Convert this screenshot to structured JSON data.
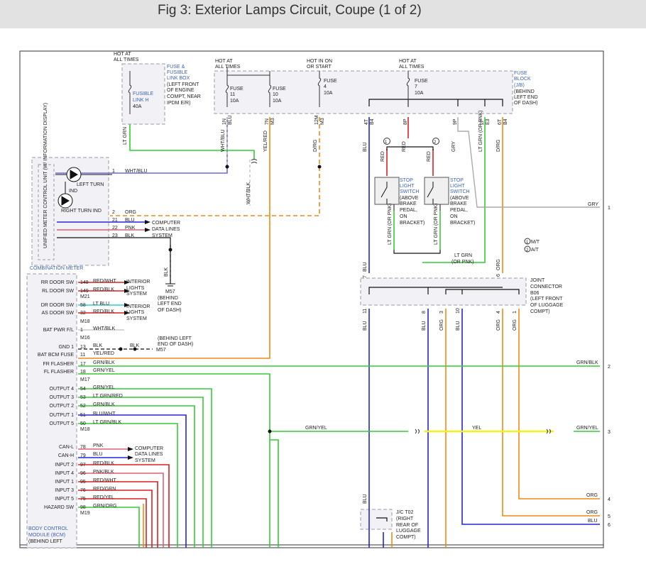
{
  "header": {
    "title": "Fig 3: Exterior Lamps Circuit, Coupe (1 of 2)"
  },
  "colors": {
    "ltgrn": "#33cc33",
    "blu": "#2424d8",
    "red": "#dd2020",
    "org": "#ee8a10",
    "yel": "#f2f21a",
    "gry": "#aaaaaa",
    "wht": "#c8c8c8",
    "blk": "#111111",
    "label_blue": "#3b63b0"
  },
  "labels": {
    "hot1": [
      "HOT AT",
      "ALL TIMES"
    ],
    "hot2": [
      "HOT AT",
      "ALL TIMES"
    ],
    "hot3": [
      "HOT IN ON",
      "OR START"
    ],
    "hot4": [
      "HOT AT",
      "ALL TIMES"
    ],
    "fusebox": [
      "FUSE &",
      "FUSIBLE",
      "LINK BOX",
      "(LEFT FRONT",
      "OF ENGINE",
      "COMPT, NEAR",
      "IPDM E/R)"
    ],
    "fusible_link": [
      "FUSIBLE",
      "LINK H",
      "40A"
    ],
    "fuse11": [
      "FUSE",
      "11",
      "10A"
    ],
    "fuse10": [
      "FUSE",
      "10",
      "10A"
    ],
    "fuse4": [
      "FUSE",
      "4",
      "10A"
    ],
    "fuse7": [
      "FUSE",
      "7",
      "10A"
    ],
    "fuseblock": [
      "FUSE",
      "BLOCK",
      "(J/B)",
      "(BEHIND",
      "LEFT END",
      "OF DASH)"
    ],
    "f_pins": [
      "1N",
      "7N",
      "12M",
      "4T",
      "8P",
      "9P",
      "2P",
      "6T"
    ],
    "f_conns": [
      "BLU",
      "M3",
      "M3",
      "B4",
      "",
      "",
      "E3",
      "B4"
    ],
    "f_wires": [
      "WHT/BLU",
      "YEL/RED",
      "D/RG",
      "BLU",
      "RED",
      "GRY",
      "LT GRN (OR PNK)",
      "D/RG"
    ],
    "lt_grn": "LT GRN",
    "wht_blk": "WHT/BLK",
    "umcu": "UNIFIED METER CONTROL UNIT (W/ INFORMATION DISPLAY)",
    "left_turn": [
      "LEFT TURN",
      "IND"
    ],
    "right_turn": "RIGHT TURN IND",
    "combination_meter": "COMBINATION METER",
    "cm_pins": [
      "1",
      "2",
      "21",
      "22",
      "23"
    ],
    "cm_wires": [
      "WHT/BLU",
      "ORG",
      "BLU",
      "PNK",
      "BLK"
    ],
    "computer_dl": [
      "COMPUTER",
      "DATA LINES",
      "SYSTEM"
    ],
    "blk": "BLK",
    "m57": [
      "M57",
      "(BEHIND",
      "LEFT END",
      "OF DASH)"
    ],
    "stop_switch": [
      "STOP",
      "LIGHT",
      "SWITCH",
      "(ABOVE",
      "BRAKE",
      "PEDAL,",
      "ON",
      "BRACKET)"
    ],
    "circle1": "1",
    "circle2": "2",
    "legend_mt": "M/T",
    "legend_at": "A/T",
    "red": "RED",
    "ltgrn_pnk": "LT GRN (OR PNK)",
    "ltgrn_pnk_2": [
      "LT GRN",
      "(OR PNK)"
    ],
    "gry": "GRY",
    "joint_conn": [
      "JOINT",
      "CONNECTOR",
      "B06",
      "(LEFT FRONT",
      "OF LUGGAGE",
      "COMPT)"
    ],
    "jc_pins_top": [
      "7",
      "6"
    ],
    "jc_pins_bot": [
      "11",
      "8",
      "3",
      "10",
      "4",
      "1"
    ],
    "jc_wires": [
      "BLU",
      "BLU",
      "ORG",
      "BLU",
      "ORG",
      "ORG"
    ],
    "blu": "BLU",
    "org": "ORG",
    "jc_t02": [
      "J/C T02",
      "(RIGHT",
      "REAR OF",
      "LUGGAGE",
      "COMPT)"
    ],
    "bcm": [
      "BODY CONTROL",
      "MODULE (BCM)",
      "(BEHIND LEFT"
    ],
    "bcm_rows": [
      {
        "name": "RR DOOR SW",
        "pin": "148",
        "wire": "RED/WHT"
      },
      {
        "name": "RL DOOR SW",
        "pin": "149",
        "wire": "RED/BLK"
      },
      {
        "name": "",
        "pin": "M21",
        "wire": ""
      },
      {
        "name": "DR DOOR SW",
        "pin": "58",
        "wire": "LT BLU"
      },
      {
        "name": "AS DOOR SW",
        "pin": "32",
        "wire": "RED/BLK"
      },
      {
        "name": "",
        "pin": "M18",
        "wire": ""
      },
      {
        "name": "BAT PWR F/L",
        "pin": "1",
        "wire": "WHT/BLK"
      },
      {
        "name": "",
        "pin": "M16",
        "wire": ""
      },
      {
        "name": "GND 1",
        "pin": "13",
        "wire": "BLK"
      },
      {
        "name": "BAT BCM FUSE",
        "pin": "11",
        "wire": "YEL/RED"
      },
      {
        "name": "FR FLASHER",
        "pin": "17",
        "wire": "GRN/BLK"
      },
      {
        "name": "FL FLASHER",
        "pin": "18",
        "wire": "GRN/YEL"
      },
      {
        "name": "",
        "pin": "M17",
        "wire": ""
      },
      {
        "name": "OUTPUT 4",
        "pin": "54",
        "wire": "GRN/YEL"
      },
      {
        "name": "OUTPUT 3",
        "pin": "53",
        "wire": "LT GRN/RED"
      },
      {
        "name": "OUTPUT 2",
        "pin": "52",
        "wire": "GRN/BLK"
      },
      {
        "name": "OUTPUT 1",
        "pin": "51",
        "wire": "BLU/WHT"
      },
      {
        "name": "OUTPUT 5",
        "pin": "50",
        "wire": "LT GRN/BLK"
      },
      {
        "name": "",
        "pin": "M18",
        "wire": ""
      },
      {
        "name": "CAN-L",
        "pin": "78",
        "wire": "PNK"
      },
      {
        "name": "CAN-H",
        "pin": "79",
        "wire": "BLU"
      },
      {
        "name": "INPUT 2",
        "pin": "97",
        "wire": "RED/BLK"
      },
      {
        "name": "INPUT 4",
        "pin": "96",
        "wire": "PNK/BLK"
      },
      {
        "name": "INPUT 1",
        "pin": "95",
        "wire": "RED/WHT"
      },
      {
        "name": "INPUT 3",
        "pin": "76",
        "wire": "RED/GRN"
      },
      {
        "name": "INPUT 5",
        "pin": "75",
        "wire": "RED/YEL"
      },
      {
        "name": "HAZARD SW",
        "pin": "98",
        "wire": "GRN/ORG"
      },
      {
        "name": "",
        "pin": "M19",
        "wire": ""
      }
    ],
    "interior": [
      "INTERIOR",
      "LIGHTS",
      "SYSTEM"
    ],
    "behind_m57": [
      "(BEHIND LEFT",
      "END OF DASH)"
    ],
    "m57_small": "M57",
    "grn_yel": "GRN/YEL",
    "grn_blk": "GRN/BLK",
    "yel": "YEL",
    "right_refs": [
      "1",
      "2",
      "3",
      "4",
      "5",
      "6"
    ]
  }
}
